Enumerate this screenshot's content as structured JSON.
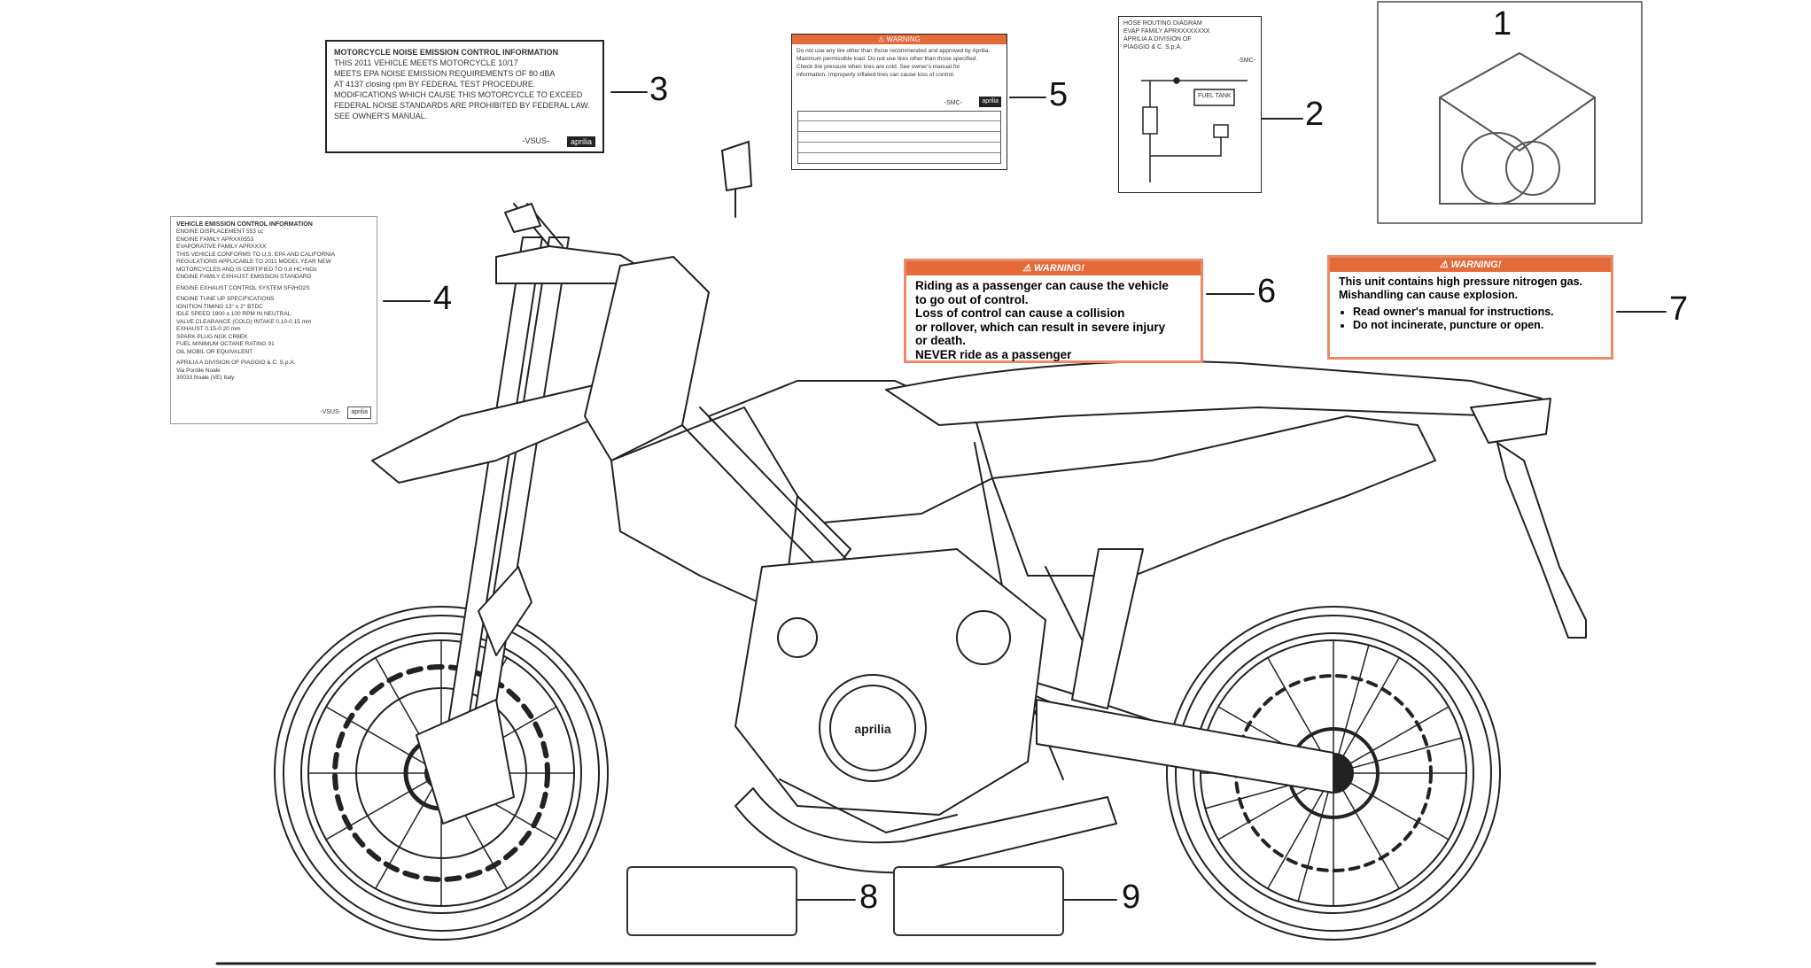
{
  "callouts": [
    "1",
    "2",
    "3",
    "4",
    "5",
    "6",
    "7",
    "8",
    "9"
  ],
  "decal3": {
    "lines": [
      "MOTORCYCLE NOISE EMISSION CONTROL INFORMATION",
      "THIS 2011 VEHICLE MEETS MOTORCYCLE 10/17",
      "MEETS EPA NOISE EMISSION REQUIREMENTS OF 80 dBA",
      "AT 4137 closing rpm BY FEDERAL TEST PROCEDURE.",
      "MODIFICATIONS WHICH CAUSE THIS MOTORCYCLE TO EXCEED",
      "FEDERAL NOISE STANDARDS ARE PROHIBITED BY FEDERAL LAW.",
      "SEE OWNER'S MANUAL."
    ],
    "mark": "-VSUS-",
    "brand": "aprilia"
  },
  "decal4": {
    "title": "VEHICLE EMISSION CONTROL INFORMATION",
    "lines": [
      "ENGINE DISPLACEMENT 553 cc",
      "ENGINE FAMILY APRXX0553",
      "EVAPORATIVE FAMILY APRXXXX",
      "THIS VEHICLE CONFORMS TO U.S. EPA AND CALIFORNIA",
      "REGULATIONS APPLICABLE TO 2011 MODEL YEAR NEW",
      "MOTORCYCLES AND IS CERTIFIED TO 0.8 HC+NOx",
      "ENGINE FAMILY EXHAUST EMISSION STANDARD",
      "",
      "ENGINE EXHAUST CONTROL SYSTEM SFI/HO2S",
      "",
      "ENGINE TUNE UP SPECIFICATIONS",
      "IGNITION TIMING 13° ± 2° BTDC",
      "IDLE SPEED 1900 ± 100 RPM IN NEUTRAL",
      "VALVE CLEARANCE (COLD) INTAKE 0.10-0.15 mm",
      "EXHAUST 0.15-0.20 mm",
      "SPARK PLUG NGK CR8EK",
      "FUEL MINIMUM OCTANE RATING 91",
      "OIL MOBIL OR EQUIVALENT",
      "",
      "APRILIA A DIVISION OF PIAGGIO & C. S.p.A.",
      "Via Pontile Noale",
      "30033 Noale (VE) Italy"
    ],
    "mark": "-VSUS-",
    "brand": "aprilia"
  },
  "decal5": {
    "header": "WARNING",
    "lines": [
      "Do not use any tire other than those recommended and approved by Aprilia.",
      "Maximum permissible load. Do not use tires other than those specified.",
      "Check tire pressure when tires are cold. See owner's manual for",
      "information. Improperly inflated tires can cause loss of control."
    ],
    "mark": "-SMC-",
    "brand": "aprilia"
  },
  "decal2": {
    "lines": [
      "HOSE ROUTING DIAGRAM",
      "EVAP FAMILY APRXXXXXXXX",
      "APRILIA A DIVISION OF",
      "PIAGGIO & C. S.p.A."
    ],
    "mark": "-SMC-",
    "tank_label": "FUEL TANK"
  },
  "decal6": {
    "header": "WARNING!",
    "lines": [
      "Riding as a passenger can cause the vehicle",
      "to go out of control.",
      "Loss of control can cause a collision",
      "or rollover, which can result in severe injury",
      "or death.",
      "NEVER ride as a passenger"
    ]
  },
  "decal7": {
    "header": "WARNING!",
    "lines": [
      "This unit contains high pressure nitrogen gas.",
      "Mishandling can cause explosion."
    ],
    "bullets": [
      "Read owner's manual for instructions.",
      "Do not incinerate, puncture or open."
    ]
  },
  "wheel_brand": "aprilia",
  "icons": [
    "warning-triangle-icon",
    "decal-kit-icon"
  ],
  "colors": {
    "warning_header": "#e46a3a",
    "warning_border": "#e98a6a",
    "line": "#222222"
  }
}
